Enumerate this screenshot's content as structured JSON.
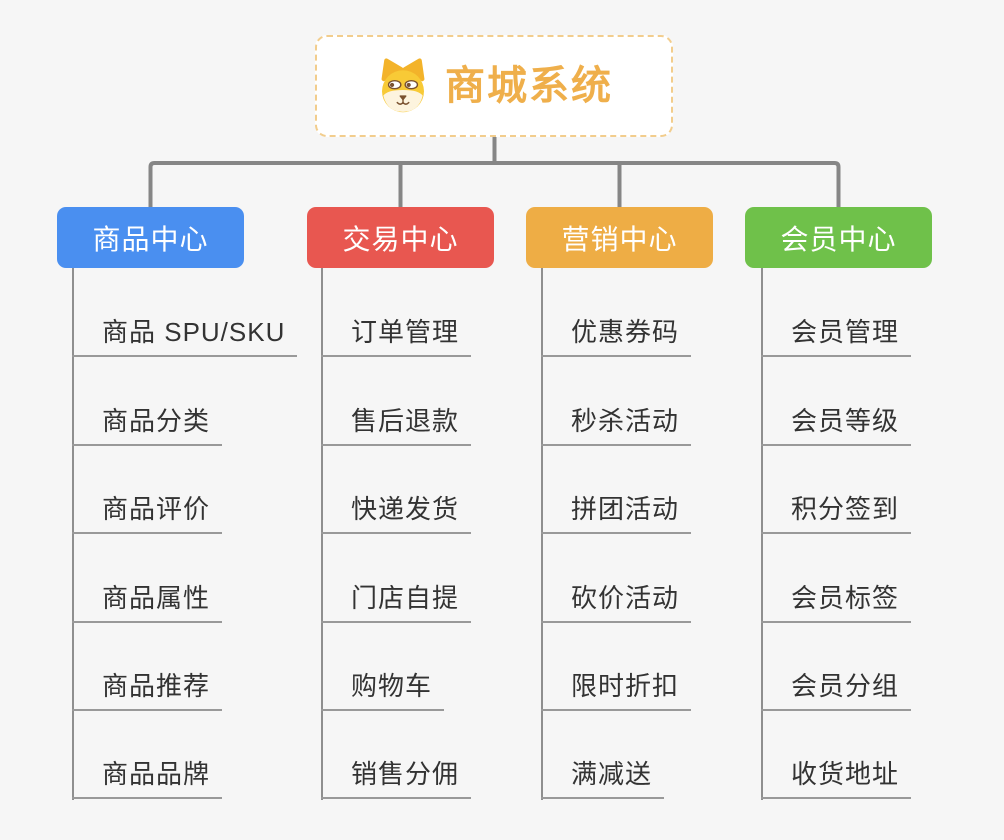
{
  "canvas": {
    "background_color": "#f6f6f6",
    "connector_color": "#868686",
    "leaf_line_color": "#999999",
    "leaf_text_color": "#333333"
  },
  "root": {
    "title": "商城系统",
    "title_color": "#efaf4b",
    "border_color": "#f2cd8d",
    "icon": "dog-face-icon"
  },
  "branches": [
    {
      "id": "product",
      "label": "商品中心",
      "color": "#4a8ff0",
      "children": [
        "商品 SPU/SKU",
        "商品分类",
        "商品评价",
        "商品属性",
        "商品推荐",
        "商品品牌"
      ]
    },
    {
      "id": "trade",
      "label": "交易中心",
      "color": "#e85750",
      "children": [
        "订单管理",
        "售后退款",
        "快递发货",
        "门店自提",
        "购物车",
        "销售分佣"
      ]
    },
    {
      "id": "marketing",
      "label": "营销中心",
      "color": "#eead45",
      "children": [
        "优惠券码",
        "秒杀活动",
        "拼团活动",
        "砍价活动",
        "限时折扣",
        "满减送"
      ]
    },
    {
      "id": "member",
      "label": "会员中心",
      "color": "#6fc14a",
      "children": [
        "会员管理",
        "会员等级",
        "积分签到",
        "会员标签",
        "会员分组",
        "收货地址"
      ]
    }
  ]
}
